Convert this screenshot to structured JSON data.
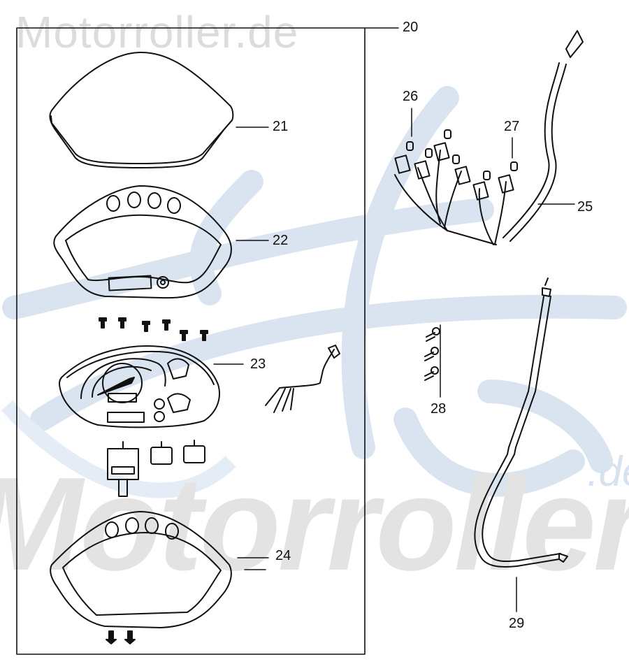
{
  "diagram": {
    "type": "exploded-parts-diagram",
    "subject": "Scooter instrument cluster / speedometer assembly",
    "watermark": {
      "top_text": "Motorroller.de",
      "bottom_text": "Motorroller",
      "bottom_suffix": ".de",
      "logo_color": "#d6e2ef",
      "text_color": "#dcdcdc"
    },
    "frame": {
      "label": "20"
    },
    "parts": [
      {
        "number": "20",
        "description": "Instrument cluster assembly (boxed group)"
      },
      {
        "number": "21",
        "description": "Instrument cover / lens"
      },
      {
        "number": "22",
        "description": "Upper bezel with four indicator holes"
      },
      {
        "number": "23",
        "description": "Speedometer gauge unit with screws and wiring"
      },
      {
        "number": "24",
        "description": "Lower housing with indicator holes and screws"
      },
      {
        "number": "25",
        "description": "Wiring harness"
      },
      {
        "number": "26",
        "description": "Bulb socket"
      },
      {
        "number": "27",
        "description": "Bulb"
      },
      {
        "number": "28",
        "description": "Screws (x3)"
      },
      {
        "number": "29",
        "description": "Speedometer cable"
      }
    ],
    "line_color": "#111111"
  }
}
